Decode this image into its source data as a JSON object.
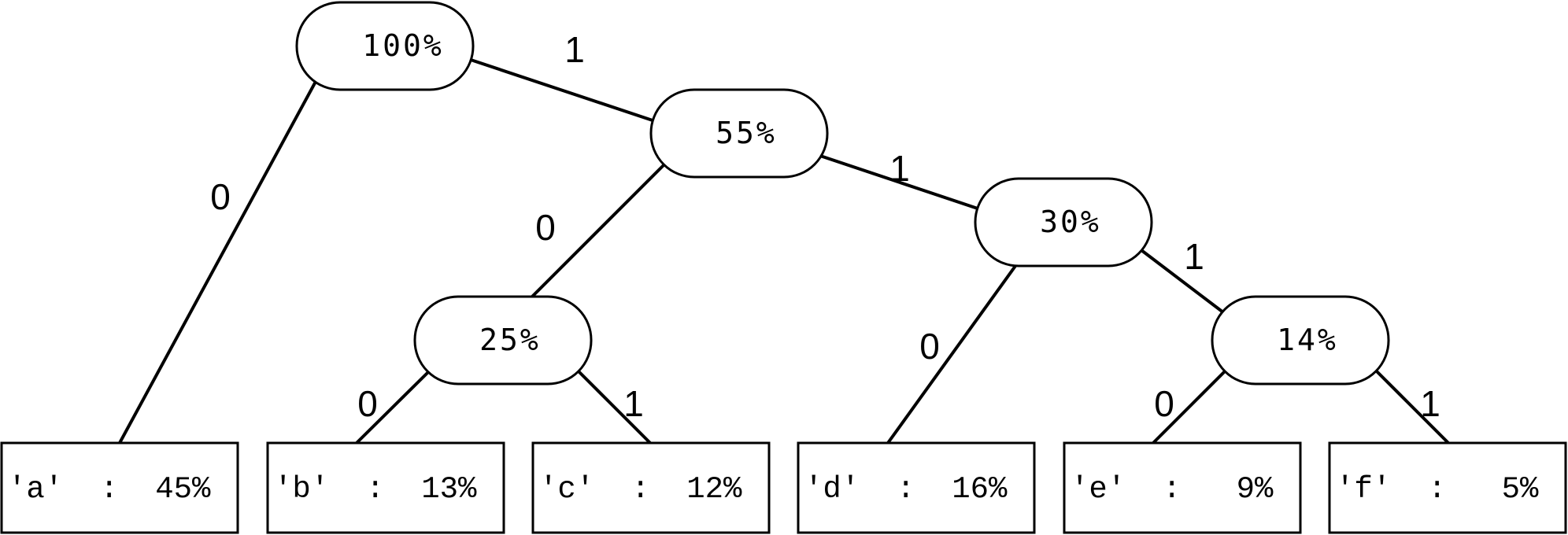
{
  "nodes": {
    "root": {
      "label": "100%"
    },
    "n55": {
      "label": "55%"
    },
    "n30": {
      "label": "30%"
    },
    "n25": {
      "label": "25%"
    },
    "n14": {
      "label": "14%"
    }
  },
  "leaves": {
    "a": {
      "label": "'a'  :  45%"
    },
    "b": {
      "label": "'b'  :  13%"
    },
    "c": {
      "label": "'c'  :  12%"
    },
    "d": {
      "label": "'d'  :  16%"
    },
    "e": {
      "label": "'e'  :   9%"
    },
    "f": {
      "label": "'f'  :   5%"
    }
  },
  "edges": {
    "root_a": "0",
    "root_n55": "1",
    "n55_n25": "0",
    "n55_n30": "1",
    "n30_d": "0",
    "n30_n14": "1",
    "n25_b": "0",
    "n25_c": "1",
    "n14_e": "0",
    "n14_f": "1"
  }
}
